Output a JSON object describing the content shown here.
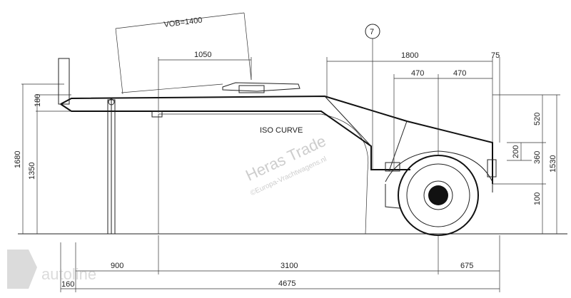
{
  "dimensions": {
    "vob": "VOB=1400",
    "d1050": "1050",
    "d1800": "1800",
    "d75": "75",
    "d470a": "470",
    "d470b": "470",
    "d520": "520",
    "d200": "200",
    "d360": "360",
    "d1530": "1530",
    "d100": "100",
    "d1680": "1680",
    "d1350": "1350",
    "d180": "180",
    "d900": "900",
    "d3100": "3100",
    "d675": "675",
    "d160": "160",
    "d4675": "4675"
  },
  "labels": {
    "iso_curve": "ISO CURVE",
    "callout": "7"
  },
  "watermark": {
    "brand": "Heras Trade",
    "site": "©Europa-Vrachtwagens.nl",
    "corner": "autoline"
  }
}
